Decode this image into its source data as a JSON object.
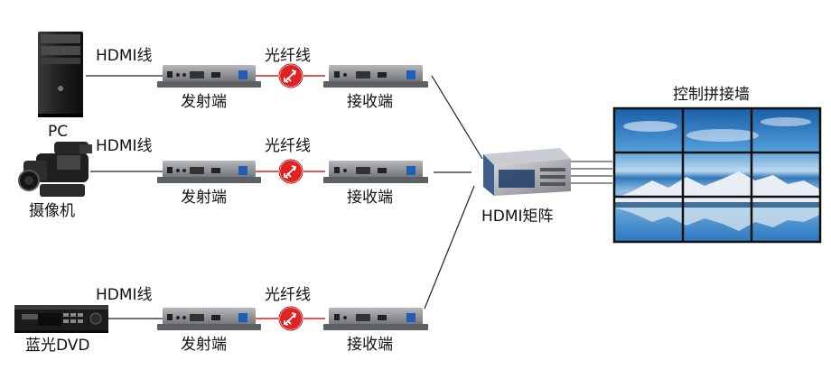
{
  "colors": {
    "cable": "#222222",
    "fiber": "#d92020",
    "device": "#8a8d91",
    "device_dark": "#2b2b2b",
    "sky": "#1f6fb8",
    "water": "#2d86cc"
  },
  "sources": [
    {
      "label": "PC",
      "icon": "pc-tower-icon"
    },
    {
      "label": "摄像机",
      "icon": "camcorder-icon"
    },
    {
      "label": "蓝光DVD",
      "icon": "dvd-player-icon"
    }
  ],
  "links": [
    {
      "hdmi": "HDMI线",
      "fiber": "光纤线",
      "tx": "发射端",
      "rx": "接收端"
    },
    {
      "hdmi": "HDMI线",
      "fiber": "光纤线",
      "tx": "发射端",
      "rx": "接收端"
    },
    {
      "hdmi": "HDMI线",
      "fiber": "光纤线",
      "tx": "发射端",
      "rx": "接收端"
    }
  ],
  "matrix": {
    "label": "HDMI矩阵",
    "icon": "hdmi-matrix-icon"
  },
  "videowall": {
    "label": "控制拼接墙",
    "rows": 3,
    "cols": 3
  }
}
